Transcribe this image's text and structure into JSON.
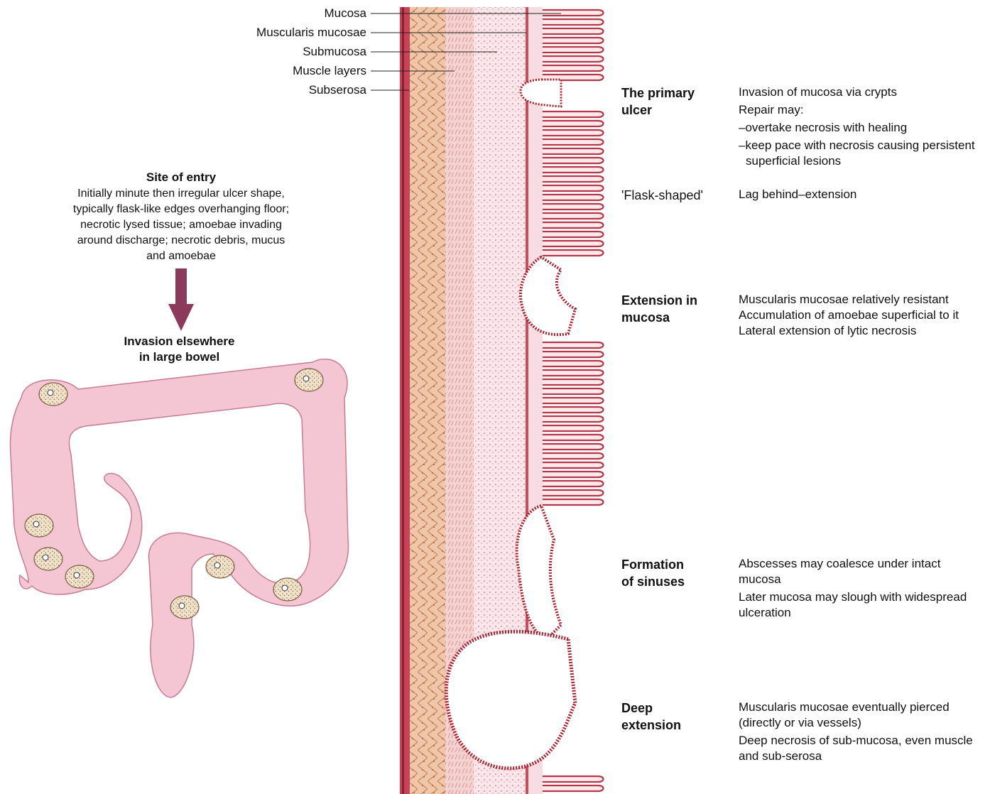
{
  "layers": [
    {
      "label": "Mucosa"
    },
    {
      "label": "Muscularis mucosae"
    },
    {
      "label": "Submucosa"
    },
    {
      "label": "Muscle layers"
    },
    {
      "label": "Subserosa"
    }
  ],
  "site_of_entry": {
    "title": "Site of entry",
    "lines": [
      "Initially minute then irregular ulcer shape,",
      "typically flask-like edges overhanging floor;",
      "necrotic lysed tissue; amoebae invading",
      "around discharge; necrotic debris, mucus",
      "and amoebae"
    ]
  },
  "invasion": {
    "line1": "Invasion elsewhere",
    "line2": "in large bowel"
  },
  "stages": [
    {
      "title_lines": [
        "The primary",
        "ulcer"
      ],
      "desc": [
        "Invasion of mucosa via crypts",
        "Repair may:",
        "–overtake necrosis with healing",
        "–keep pace with necrosis causing persistent",
        "superficial lesions"
      ]
    },
    {
      "title_lines": [
        "'Flask-shaped'"
      ],
      "desc": [
        "Lag behind–extension"
      ]
    },
    {
      "title_lines": [
        "Extension in",
        "mucosa"
      ],
      "desc": [
        "Muscularis mucosae relatively resistant",
        "Accumulation of amoebae superficial to it",
        "Lateral extension of lytic necrosis"
      ]
    },
    {
      "title_lines": [
        "Formation",
        "of sinuses"
      ],
      "desc": [
        "Abscesses may coalesce under intact",
        "mucosa",
        "Later mucosa may slough with widespread",
        "ulceration"
      ]
    },
    {
      "title_lines": [
        "Deep",
        "extension"
      ],
      "desc": [
        "Muscularis mucosae eventually pierced",
        "(directly or via vessels)",
        "Deep necrosis of sub-mucosa, even muscle",
        "and sub-serosa"
      ]
    }
  ],
  "colors": {
    "bowel_fill": "#f4c6d4",
    "bowel_stroke": "#c77c95",
    "arrow": "#8c3a5c",
    "tissue_dark": "#b5374a",
    "tissue_light": "#f6dbe0",
    "muscle": "#d9a07a",
    "lesion": "#a8202e"
  }
}
